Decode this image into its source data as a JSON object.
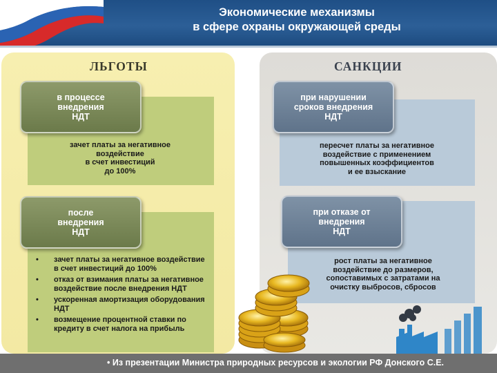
{
  "header": {
    "title_line1": "Экономические механизмы",
    "title_line2": "в сфере охраны окружающей среды",
    "flag_colors": [
      "#ffffff",
      "#2a63b3",
      "#d72a2a"
    ]
  },
  "left": {
    "heading": "ЛЬГОТЫ",
    "label1": [
      "в процессе",
      "внедрения",
      "НДТ"
    ],
    "box1": [
      "зачет платы за негативное",
      "воздействие",
      "в счет инвестиций",
      "до 100%"
    ],
    "label2": [
      "после",
      "внедрения",
      "НДТ"
    ],
    "bullets": [
      "зачет платы за негативное воздействие в счет инвестиций до 100%",
      "отказ от взимания платы за негативное воздействие после внедрения НДТ",
      "ускоренная амортизация оборудования НДТ",
      "возмещение процентной  ставки по кредиту в счет налога на прибыль"
    ]
  },
  "right": {
    "heading": "САНКЦИИ",
    "label1": [
      "при нарушении",
      "сроков внедрения",
      "НДТ"
    ],
    "box1": [
      "пересчет платы за негативное",
      "воздействие с применением",
      "повышенных коэффициентов",
      "и ее взыскание"
    ],
    "label2": [
      "при отказе от",
      "внедрения",
      "НДТ"
    ],
    "box2": [
      "рост платы за негативное",
      "воздействие до размеров,",
      "сопоставимых с затратами на",
      "очистку выбросов, сбросов"
    ]
  },
  "footer": {
    "text": "• Из презентации Министра природных ресурсов и экологии РФ Донского С.Е."
  },
  "decor": {
    "coin_color": "#e3b31c",
    "factory_color": "#2f86c8",
    "icons": [
      "flag-icon",
      "coins-icon",
      "factory-icon",
      "bar-chart-icon"
    ]
  }
}
